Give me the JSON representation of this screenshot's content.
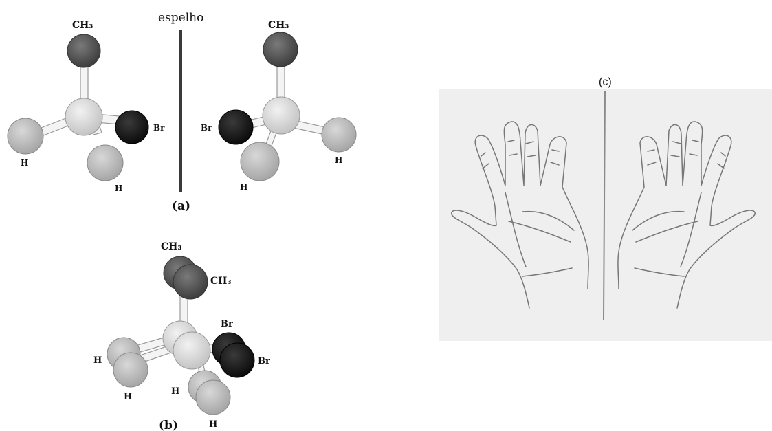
{
  "figure_a": {
    "mirror_label": "espelho",
    "caption": "(a)",
    "left_molecule": {
      "top_label": "CH₃",
      "right_label": "Br",
      "left_label": "H",
      "bottom_label": "H"
    },
    "right_molecule": {
      "top_label": "CH₃",
      "left_label": "Br",
      "right_label": "H",
      "bottom_label": "H"
    }
  },
  "figure_b": {
    "caption": "(b)",
    "labels": {
      "ch3_back": "CH₃",
      "ch3_front": "CH₃",
      "br_back": "Br",
      "br_front": "Br",
      "h_left": "H",
      "h_left_lower": "H",
      "h_bottom_left": "H",
      "h_bottom": "H"
    }
  },
  "figure_c": {
    "caption": "(c)"
  },
  "colors": {
    "carbon": "#d6d6d6",
    "hydrogen": "#b9b9b9",
    "methyl": "#5a5a5a",
    "bromine": "#1b1b1b",
    "bond": "#efefef",
    "mirror": "#3a3a3a",
    "panel_bg": "#efefef",
    "hand_line": "#777777"
  }
}
